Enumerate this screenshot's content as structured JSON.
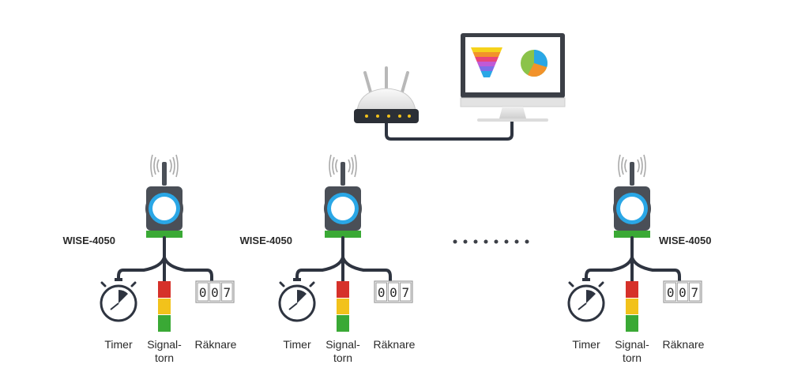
{
  "devices": [
    {
      "name": "WISE-4050",
      "timer": "Timer",
      "tower_line1": "Signal-",
      "tower_line2": "torn",
      "counter": "Räknare",
      "digits": [
        "0",
        "0",
        "7"
      ]
    },
    {
      "name": "WISE-4050",
      "timer": "Timer",
      "tower_line1": "Signal-",
      "tower_line2": "torn",
      "counter": "Räknare",
      "digits": [
        "0",
        "0",
        "7"
      ]
    },
    {
      "name": "WISE-4050",
      "timer": "Timer",
      "tower_line1": "Signal-",
      "tower_line2": "torn",
      "counter": "Räknare",
      "digits": [
        "0",
        "0",
        "7"
      ]
    }
  ],
  "colors": {
    "cable": "#2e3440",
    "ring": "#2aa7e6",
    "base": "#3aa935",
    "tower_red": "#d6312a",
    "tower_yellow": "#f2c21b",
    "tower_green": "#3aa935",
    "pie_blue": "#2aa7e6",
    "pie_orange": "#f2922a",
    "pie_green": "#8bc34a"
  },
  "icons": {
    "router": "wifi-router-icon",
    "monitor": "monitor-icon",
    "funnel": "funnel-chart-icon",
    "pie": "pie-chart-icon",
    "ellipsis": "ellipsis-dots-icon"
  }
}
